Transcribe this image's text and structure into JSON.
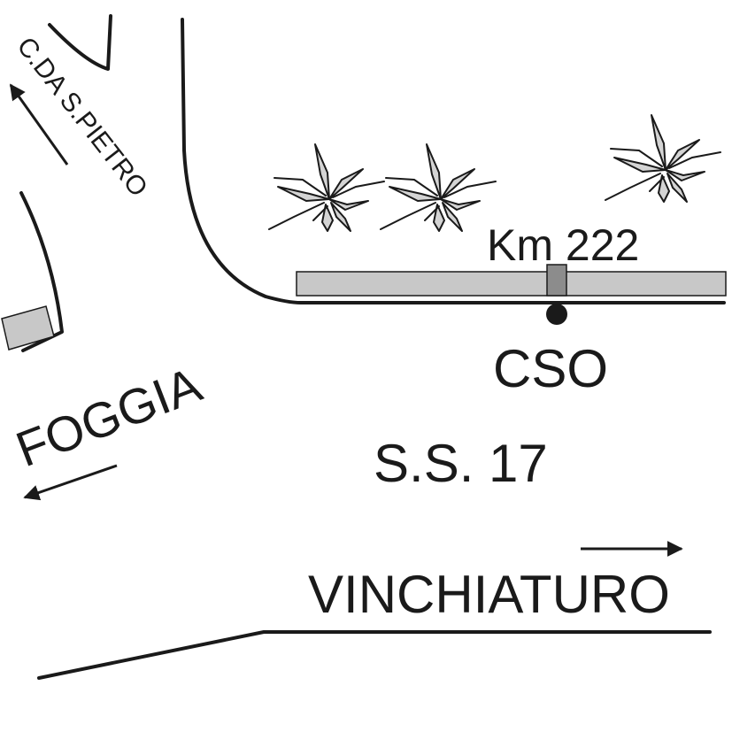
{
  "labels": {
    "contrada": "C.DA S.PIETRO",
    "foggia": "FOGGIA",
    "km": "Km 222",
    "cso": "CSO",
    "road": "S.S. 17",
    "vinchiaturo": "VINCHIATURO"
  },
  "colors": {
    "ink": "#1a1a1a",
    "fill_gray": "#c8c8c8",
    "marker_gray": "#8c8c8c",
    "plant_gray": "#d4d4d4"
  },
  "icons": [
    "arrow-up-left-icon",
    "arrow-left-icon",
    "arrow-right-icon",
    "plant-icon",
    "building-icon",
    "location-dot-icon"
  ]
}
